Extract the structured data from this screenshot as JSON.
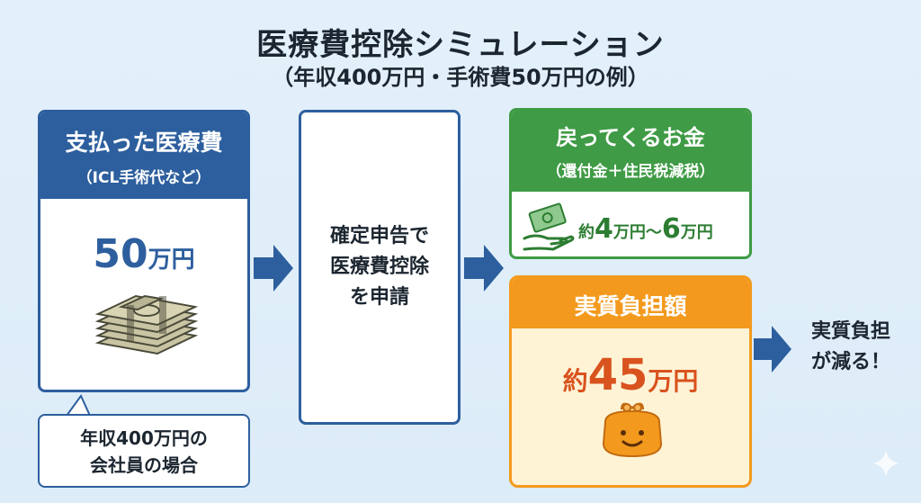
{
  "header": {
    "title": "医療費控除シミュレーション",
    "subtitle": "（年収400万円・手術費50万円の例）"
  },
  "paid": {
    "title": "支払った医療費",
    "subtitle": "（ICL手術代など）",
    "amount": "50",
    "unit": "万円",
    "icon": "money-stack-icon"
  },
  "note": {
    "line1": "年収400万円の",
    "line2": "会社員の場合"
  },
  "process": {
    "line1": "確定申告で",
    "line2": "医療費控除",
    "line3": "を申請"
  },
  "refund": {
    "title": "戻ってくるお金",
    "subtitle": "（還付金＋住民税減税）",
    "prefix": "約",
    "from": "4",
    "from_unit": "万円",
    "sep": "〜",
    "to": "6",
    "to_unit": "万円",
    "icon": "hand-money-icon"
  },
  "burden": {
    "title": "実質負担額",
    "prefix": "約",
    "amount": "45",
    "unit": "万円",
    "icon": "smiling-wallet-icon"
  },
  "result": {
    "line1": "実質負担",
    "line2": "が減る！"
  },
  "colors": {
    "blue": "#2d5f9e",
    "green": "#3f9b45",
    "orange": "#f39a1e",
    "amount_orange": "#d9531e",
    "background": "#e3f0fa"
  }
}
